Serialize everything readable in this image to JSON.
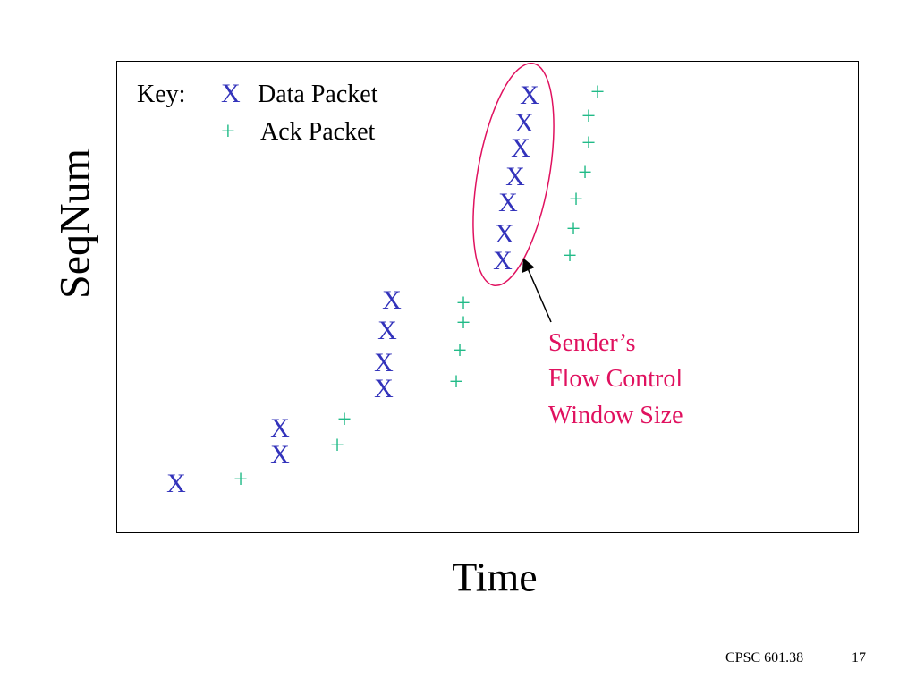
{
  "key": {
    "label": "Key:",
    "data_symbol": "X",
    "data_text": "Data Packet",
    "ack_symbol": "+",
    "ack_text": "Ack Packet"
  },
  "axes": {
    "ylabel": "SeqNum",
    "xlabel": "Time"
  },
  "callout": {
    "lines": [
      "Sender’s",
      "Flow Control",
      "Window Size"
    ]
  },
  "colors": {
    "data": "#3333bb",
    "ack": "#22bb88",
    "callout": "#e0115f",
    "axis": "#000000"
  },
  "symbols": {
    "data": "X",
    "ack": "+"
  },
  "footer": {
    "course": "CPSC 601.38",
    "page": "17"
  }
}
